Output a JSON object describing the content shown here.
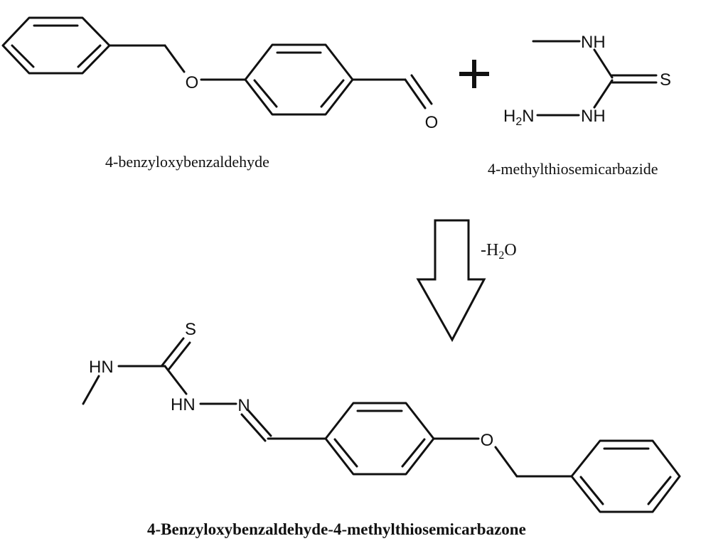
{
  "reactant_1": {
    "name": "4-benzyloxybenzaldehyde",
    "atoms": {
      "ether_o": "O",
      "carbonyl_o": "O"
    }
  },
  "reactant_2": {
    "name": "4-methylthiosemicarbazide",
    "atoms": {
      "methyl_nh": "NH",
      "thione_s": "S",
      "amine": "H",
      "amine_sub": "2",
      "amine_n": "N",
      "hydrazine_nh": "NH"
    }
  },
  "condition": {
    "prefix": "-H",
    "sub": "2",
    "suffix": "O"
  },
  "product": {
    "name": "4-Benzyloxybenzaldehyde-4-methylthiosemicarbazone",
    "atoms": {
      "thione_s": "S",
      "methyl_hn": "HN",
      "hydrazine_hn": "HN",
      "imine_n": "N",
      "ether_o": "O"
    }
  }
}
